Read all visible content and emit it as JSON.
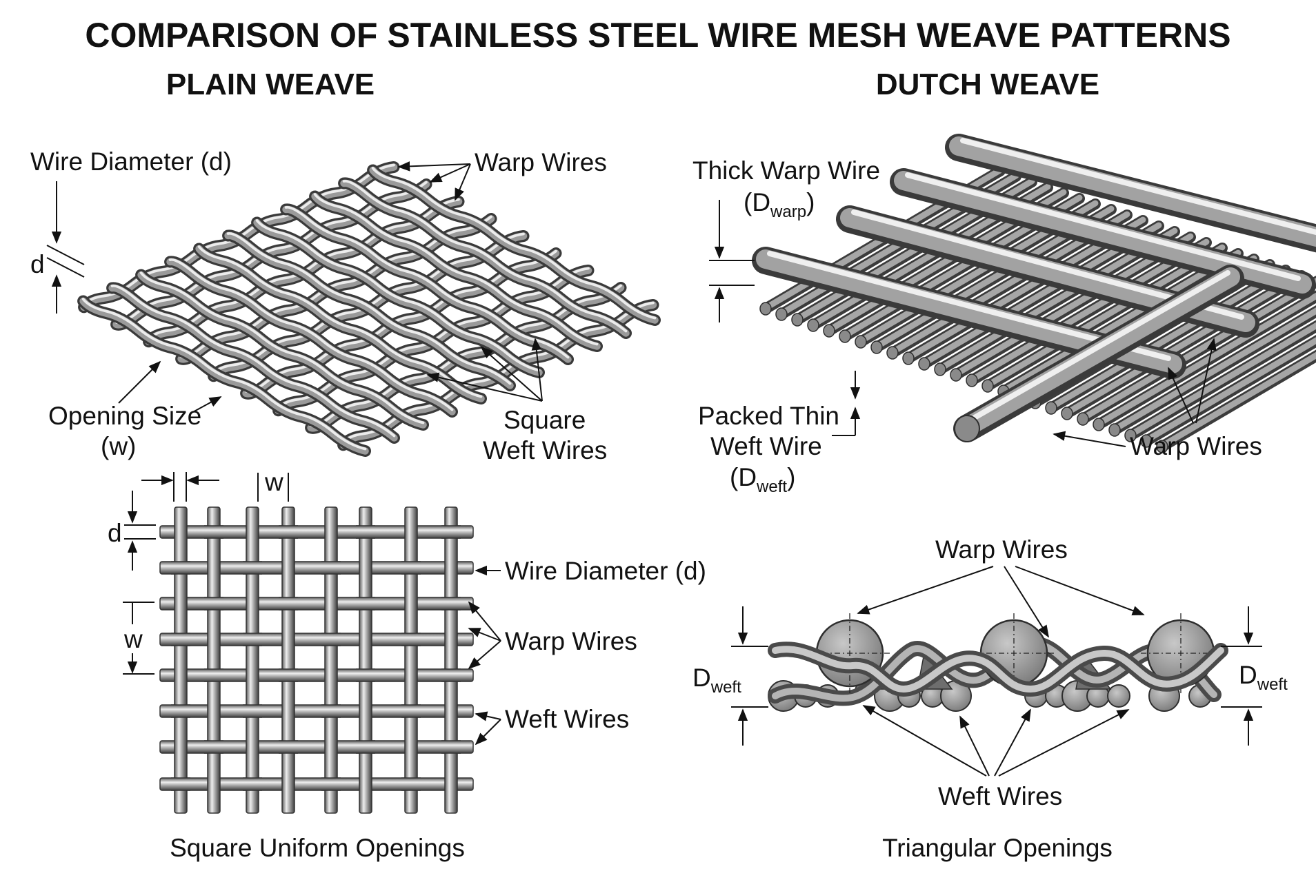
{
  "title": "COMPARISON OF STAINLESS STEEL WIRE MESH WEAVE PATTERNS",
  "plain": {
    "heading": "PLAIN WEAVE",
    "wire_diameter": "Wire Diameter (d)",
    "d": "d",
    "warp_wires": "Warp Wires",
    "opening_size_1": "Opening Size",
    "opening_size_2": "(w)",
    "square_weft_1": "Square",
    "square_weft_2": "Weft Wires",
    "grid_d": "d",
    "grid_w_top": "w",
    "grid_w_left": "w",
    "grid_wire_diameter": "Wire Diameter (d)",
    "grid_warp_wires": "Warp Wires",
    "grid_weft_wires": "Weft Wires",
    "caption": "Square Uniform Openings"
  },
  "dutch": {
    "heading": "DUTCH WEAVE",
    "thick_warp_1": "Thick Warp Wire",
    "thick_warp_open": "(D",
    "thick_warp_sub": "warp",
    "thick_warp_close": ")",
    "packed_1": "Packed Thin",
    "packed_2": "Weft Wire",
    "packed_open": "(D",
    "packed_sub": "weft",
    "packed_close": ")",
    "warp_wires": "Warp Wires",
    "cs_warp_wires": "Warp Wires",
    "cs_D_left": "D",
    "cs_sub_left": "weft",
    "cs_D_right": "D",
    "cs_sub_right": "weft",
    "cs_weft_wires": "Weft Wires",
    "caption": "Triangular Openings"
  },
  "colors": {
    "background": "#ffffff",
    "ink": "#111111",
    "wire_dark": "#3a3a3a",
    "wire_mid": "#8c8c8c",
    "wire_light": "#e6e6e6"
  }
}
